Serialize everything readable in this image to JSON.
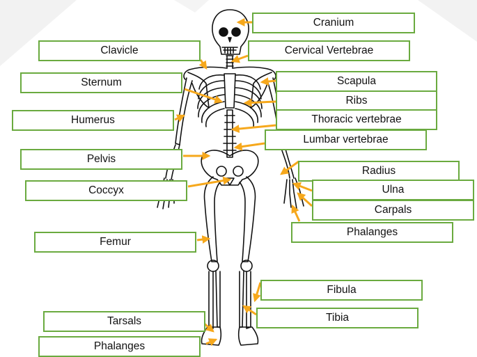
{
  "colors": {
    "box_border": "#6aaa3f",
    "arrow": "#f6a81c",
    "bone_outline": "#111111",
    "background_band": "#eeeeee"
  },
  "labels": {
    "cranium": "Cranium",
    "clavicle": "Clavicle",
    "cervical_vertebrae": "Cervical Vertebrae",
    "sternum": "Sternum",
    "scapula": "Scapula",
    "ribs": "Ribs",
    "humerus": "Humerus",
    "thoracic_vertebrae": "Thoracic vertebrae",
    "lumbar_vertebrae": "Lumbar vertebrae",
    "pelvis": "Pelvis",
    "radius": "Radius",
    "coccyx": "Coccyx",
    "ulna": "Ulna",
    "carpals": "Carpals",
    "phalanges_hand": "Phalanges",
    "femur": "Femur",
    "fibula": "Fibula",
    "tibia": "Tibia",
    "tarsals": "Tarsals",
    "phalanges_foot": "Phalanges"
  }
}
